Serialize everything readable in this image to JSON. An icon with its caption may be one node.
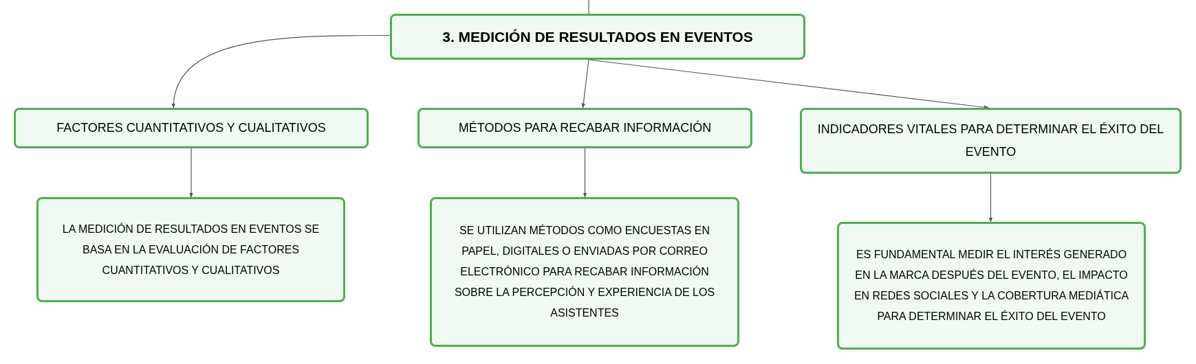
{
  "diagram": {
    "nodes": [
      {
        "text": [
          "3. MEDICIÓN DE RESULTADOS EN EVENTOS"
        ]
      },
      {
        "text": [
          "FACTORES CUANTITATIVOS Y CUALITATIVOS"
        ]
      },
      {
        "text": [
          "MÉTODOS PARA RECABAR INFORMACIÓN"
        ]
      },
      {
        "text": [
          "INDICADORES VITALES PARA DETERMINAR EL ÉXITO DEL EVENTO"
        ]
      },
      {
        "text": [
          "LA MEDICIÓN DE RESULTADOS EN EVENTOS SE BASA EN LA EVALUACIÓN DE FACTORES CUANTITATIVOS Y CUALITATIVOS"
        ]
      },
      {
        "text": [
          "SE UTILIZAN MÉTODOS COMO ENCUESTAS EN PAPEL, DIGITALES O ENVIADAS POR CORREO ELECTRÓNICO PARA RECABAR INFORMACIÓN SOBRE LA PERCEPCIÓN Y EXPERIENCIA DE LOS ASISTENTES"
        ]
      },
      {
        "text": [
          "ES FUNDAMENTAL MEDIR EL INTERÉS GENERADO EN LA MARCA DESPUÉS DEL EVENTO, EL IMPACTO EN REDES SOCIALES Y LA COBERTURA MEDIÁTICA PARA DETERMINAR EL ÉXITO DEL EVENTO"
        ]
      }
    ],
    "edges": [
      {
        "from": null,
        "to": 0,
        "arrow": "none"
      },
      {
        "from": 0,
        "to": 1,
        "arrow": "to"
      },
      {
        "from": 0,
        "to": 2,
        "arrow": "to"
      },
      {
        "from": 0,
        "to": 3,
        "arrow": "to"
      },
      {
        "from": 1,
        "to": 4,
        "arrow": "to"
      },
      {
        "from": 2,
        "to": 5,
        "arrow": "to"
      },
      {
        "from": 3,
        "to": 6,
        "arrow": "to"
      }
    ]
  }
}
